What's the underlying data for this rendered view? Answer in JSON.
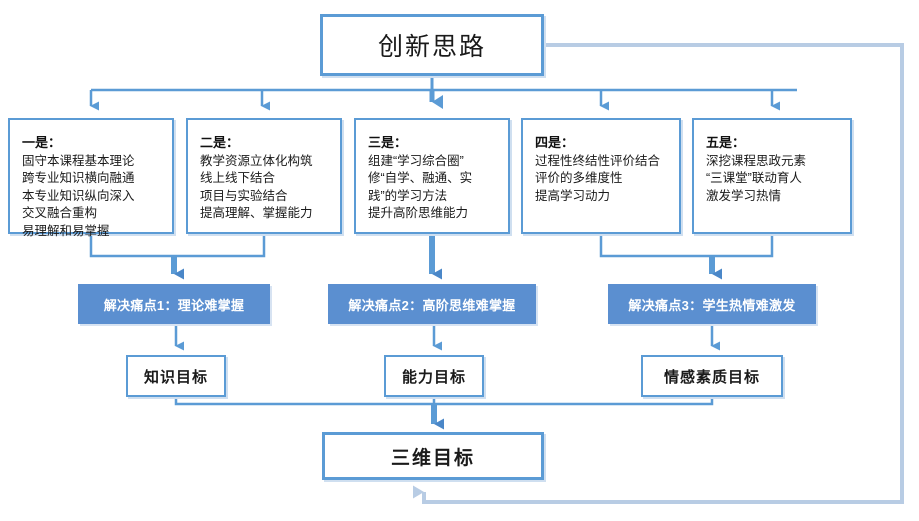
{
  "diagram": {
    "title": "创新思路",
    "colors": {
      "border": "#5B9BD5",
      "arrow": "#5B9BD5",
      "arrow_dark": "#3A78B5",
      "fill_bar": "#5B8FD0",
      "loop": "#B8CCE4",
      "text": "#1a1a1a",
      "bar_text": "#ffffff",
      "background": "#ffffff"
    },
    "ideas": [
      {
        "head": "一是：",
        "lines": "固守本课程基本理论\n跨专业知识横向融通\n本专业知识纵向深入\n交叉融合重构\n易理解和易掌握"
      },
      {
        "head": "二是：",
        "lines": "教学资源立体化构筑\n线上线下结合\n项目与实验结合\n提高理解、掌握能力"
      },
      {
        "head": "三是：",
        "lines": "组建“学习综合圈”\n修“自学、融通、实\n践”的学习方法\n提升高阶思维能力"
      },
      {
        "head": "四是：",
        "lines": "过程性终结性评价结合\n评价的多维度性\n提高学习动力"
      },
      {
        "head": "五是：",
        "lines": "深挖课程思政元素\n“三课堂”联动育人\n激发学习热情"
      }
    ],
    "pain_points": [
      {
        "label": "解决痛点1：理论难掌握"
      },
      {
        "label": "解决痛点2：高阶思维难掌握"
      },
      {
        "label": "解决痛点3：学生热情难激发"
      }
    ],
    "goals": [
      {
        "label": "知识目标"
      },
      {
        "label": "能力目标"
      },
      {
        "label": "情感素质目标"
      }
    ],
    "final": {
      "label": "三维目标"
    }
  }
}
